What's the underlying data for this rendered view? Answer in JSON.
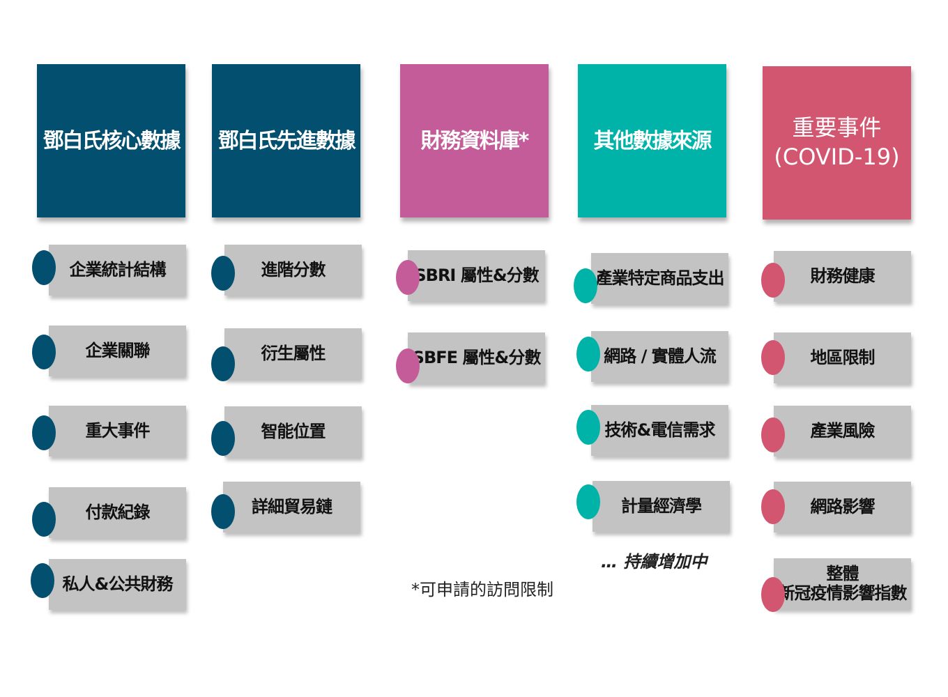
{
  "colors": {
    "navy": "#024F70",
    "magenta": "#C45C9A",
    "teal": "#00B3A9",
    "rose": "#D35670",
    "item_bg": "#C3C3C3"
  },
  "columns": [
    {
      "header": "鄧白氏核心數據",
      "items": [
        "企業統計結構",
        "企業關聯",
        "重大事件",
        "付款紀錄",
        "私人&公共財務"
      ]
    },
    {
      "header": "鄧白氏先進數據",
      "items": [
        "進階分數",
        "衍生屬性",
        "智能位置",
        "詳細貿易鏈"
      ]
    },
    {
      "header": "財務資料庫*",
      "items": [
        "SBRI 屬性&分數",
        "SBFE 屬性&分數"
      ]
    },
    {
      "header": "其他數據來源",
      "items": [
        "產業特定商品支出",
        "網路 / 實體人流",
        "技術&電信需求",
        "計量經濟學"
      ]
    },
    {
      "header_line1": "重要事件",
      "header_line2": "(COVID-19)",
      "items": [
        "財務健康",
        "地區限制",
        "產業風險",
        "網路影響"
      ],
      "last_item_line1": "整體",
      "last_item_line2": "新冠疫情影響指數"
    }
  ],
  "footnote": "*可申請的訪問限制",
  "more_note": "… 持續增加中"
}
